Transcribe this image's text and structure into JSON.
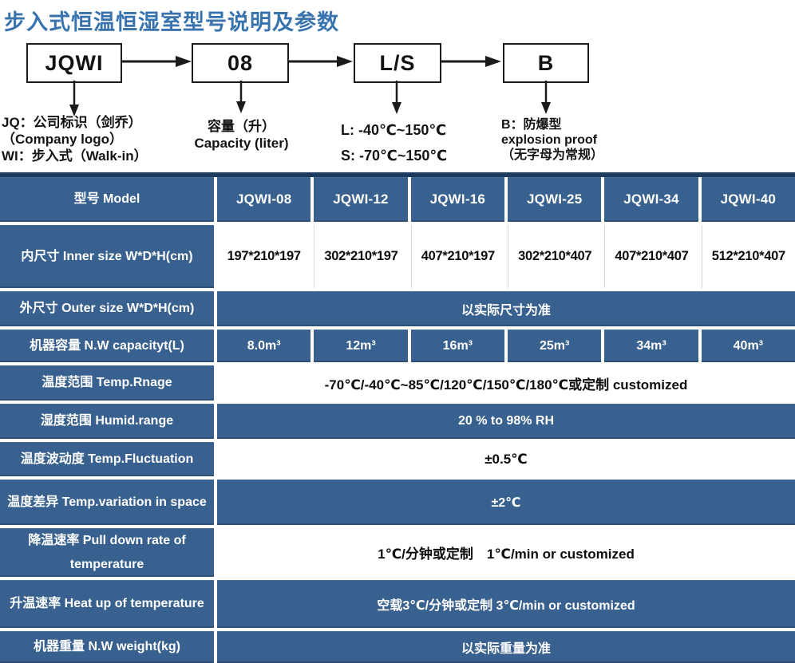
{
  "colors": {
    "table_blue": "#38618f",
    "table_navy_bar": "#1e3a5c",
    "title_blue": "#3873ae"
  },
  "title": "步入式恒温恒湿室型号说明及参数",
  "diagram": {
    "boxes": [
      {
        "label": "JQWI"
      },
      {
        "label": "08"
      },
      {
        "label": "L/S"
      },
      {
        "label": "B"
      }
    ],
    "notes": {
      "jq": {
        "line1": "JQ：公司标识（剑乔）",
        "line2": "（Company logo）",
        "line3": "WI：步入式（Walk-in）"
      },
      "capacity": {
        "line1": "容量（升）",
        "line2": "Capacity (liter)"
      },
      "ls": {
        "line1": "L: -40℃~150℃",
        "line2": "S: -70℃~150℃"
      },
      "b": {
        "line1": "B：防爆型",
        "line2": "explosion proof",
        "line3": "（无字母为常规）"
      }
    }
  },
  "table": {
    "header": {
      "label": "型号 Model",
      "models": [
        "JQWI-08",
        "JQWI-12",
        "JQWI-16",
        "JQWI-25",
        "JQWI-34",
        "JQWI-40"
      ]
    },
    "rows": [
      {
        "label": "内尺寸 Inner size W*D*H(cm)",
        "values": [
          "197*210*197",
          "302*210*197",
          "407*210*197",
          "302*210*407",
          "407*210*407",
          "512*210*407"
        ]
      },
      {
        "label": "外尺寸 Outer size W*D*H(cm)",
        "value": "以实际尺寸为准"
      },
      {
        "label": "机器容量 N.W capacityt(L)",
        "values": [
          "8.0m³",
          "12m³",
          "16m³",
          "25m³",
          "34m³",
          "40m³"
        ]
      },
      {
        "label": "温度范围 Temp.Rnage",
        "value": "-70℃/-40℃~85℃/120℃/150℃/180℃或定制 customized"
      },
      {
        "label": "湿度范围 Humid.range",
        "value": "20 % to 98% RH"
      },
      {
        "label": "温度波动度 Temp.Fluctuation",
        "value": "±0.5℃"
      },
      {
        "label": "温度差异 Temp.variation in space",
        "value": "±2℃"
      },
      {
        "label": "降温速率 Pull down rate of temperature",
        "value": "1℃/分钟或定制　1℃/min or customized"
      },
      {
        "label": "升温速率 Heat up of temperature",
        "value": "空载3℃/分钟或定制 3℃/min or customized"
      },
      {
        "label": "机器重量 N.W weight(kg)",
        "value": "以实际重量为准"
      }
    ]
  }
}
